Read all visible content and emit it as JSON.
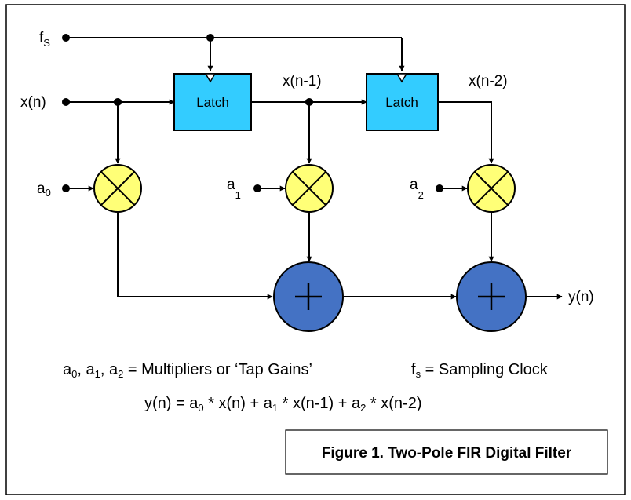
{
  "signals": {
    "clock": {
      "base": "f",
      "sub": "S"
    },
    "input": "x(n)",
    "delay1": "x(n-1)",
    "delay2": "x(n-2)",
    "output": "y(n)",
    "a0": {
      "base": "a",
      "sub": "0"
    },
    "a1": {
      "base": "a",
      "sub": "1"
    },
    "a2": {
      "base": "a",
      "sub": "2"
    }
  },
  "blocks": {
    "latch1": "Latch",
    "latch2": "Latch",
    "multiplier_symbol": "⊗",
    "adder_symbol": "+"
  },
  "legend": {
    "line1": {
      "a0": "a",
      "a0_sub": "0",
      "sep1": ", a",
      "a1_sub": "1",
      "sep2": ", a",
      "a2_sub": "2",
      "rest": " = Multipliers or ‘Tap Gains’",
      "fs": "f",
      "fs_sub": "s",
      "fs_rest": " = Sampling Clock"
    },
    "line2": {
      "p1": "y(n) = a",
      "s1": "0",
      "p2": " * x(n) + a",
      "s2": "1",
      "p3": " * x(n-1) + a",
      "s3": "2",
      "p4": " * x(n-2)"
    }
  },
  "caption": "Figure 1.  Two-Pole FIR Digital Filter",
  "colors": {
    "latch_fill": "#33CCFF",
    "multiplier_fill": "#FFFF77",
    "adder_fill": "#4472C4",
    "line": "#000000"
  }
}
